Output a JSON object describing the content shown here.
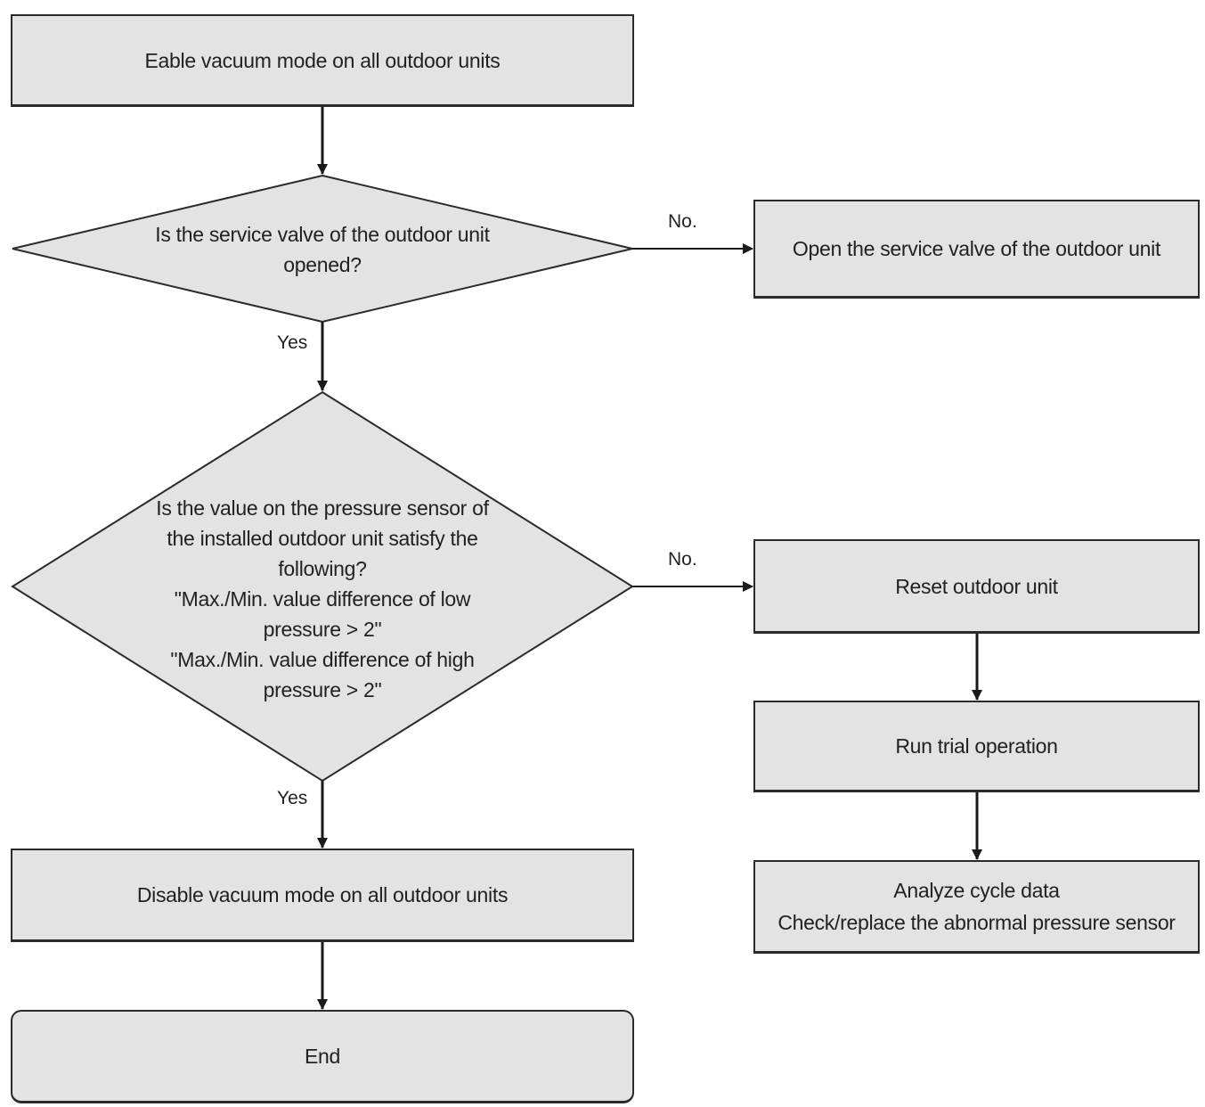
{
  "nodes": {
    "enable_vacuum": "Eable vacuum mode on all outdoor units",
    "decision_valve": "Is the service valve of the outdoor unit\nopened?",
    "open_valve": "Open the service valve of the outdoor unit",
    "decision_pressure": "Is the value on the pressure sensor of\nthe installed outdoor unit satisfy the\nfollowing?\n\"Max./Min. value difference of low\npressure > 2\"\n\"Max./Min. value difference of high\npressure > 2\"",
    "reset_unit": "Reset outdoor unit",
    "run_trial": "Run trial operation",
    "analyze": "Analyze cycle data\nCheck/replace the abnormal pressure sensor",
    "disable_vacuum": "Disable vacuum mode on all outdoor units",
    "end": "End"
  },
  "edges": {
    "valve_no": "No.",
    "valve_yes": "Yes",
    "pressure_no": "No.",
    "pressure_yes": "Yes"
  }
}
